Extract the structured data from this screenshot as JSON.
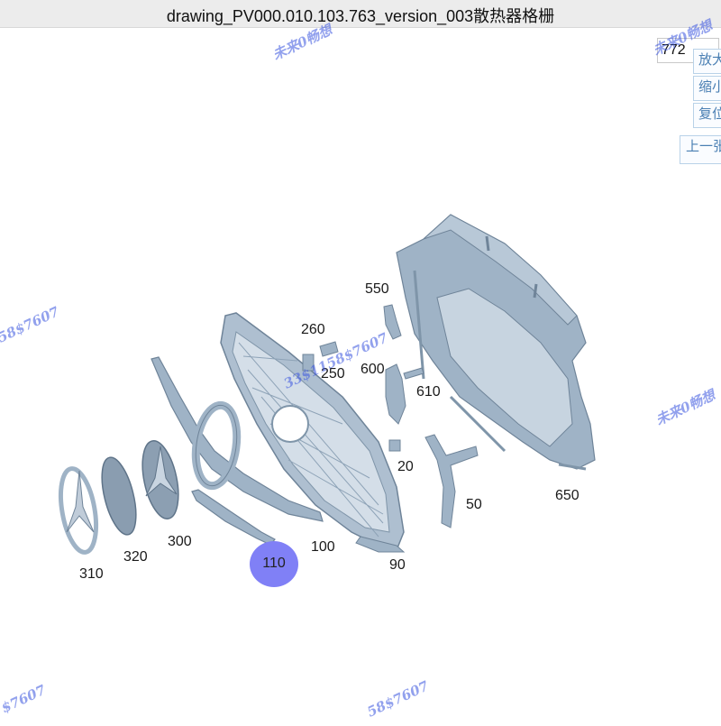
{
  "window": {
    "title": "drawing_PV000.010.103.763_version_003散热器格栅"
  },
  "toolbar": {
    "zoom_value": "772",
    "zoom_in_label": "放大",
    "zoom_out_label": "缩小",
    "reset_label": "复位",
    "prev_label": "上一张"
  },
  "callouts": {
    "c550": "550",
    "c260": "260",
    "c250": "250",
    "c600": "600",
    "c610": "610",
    "c20": "20",
    "c50": "50",
    "c650": "650",
    "c100": "100",
    "c90": "90",
    "c300": "300",
    "c320": "320",
    "c310": "310",
    "c110": "110"
  },
  "watermark": {
    "w1": "未来0畅想",
    "w2": "未来0畅想",
    "w3": "58$7607",
    "w4": "33$1158$7607",
    "w5": "未来0畅想",
    "w6": "$7607",
    "w7": "58$7607"
  },
  "colors": {
    "part_fill": "#9fb3c6",
    "part_shade": "#7f95a9",
    "highlight": "#8080f6"
  }
}
